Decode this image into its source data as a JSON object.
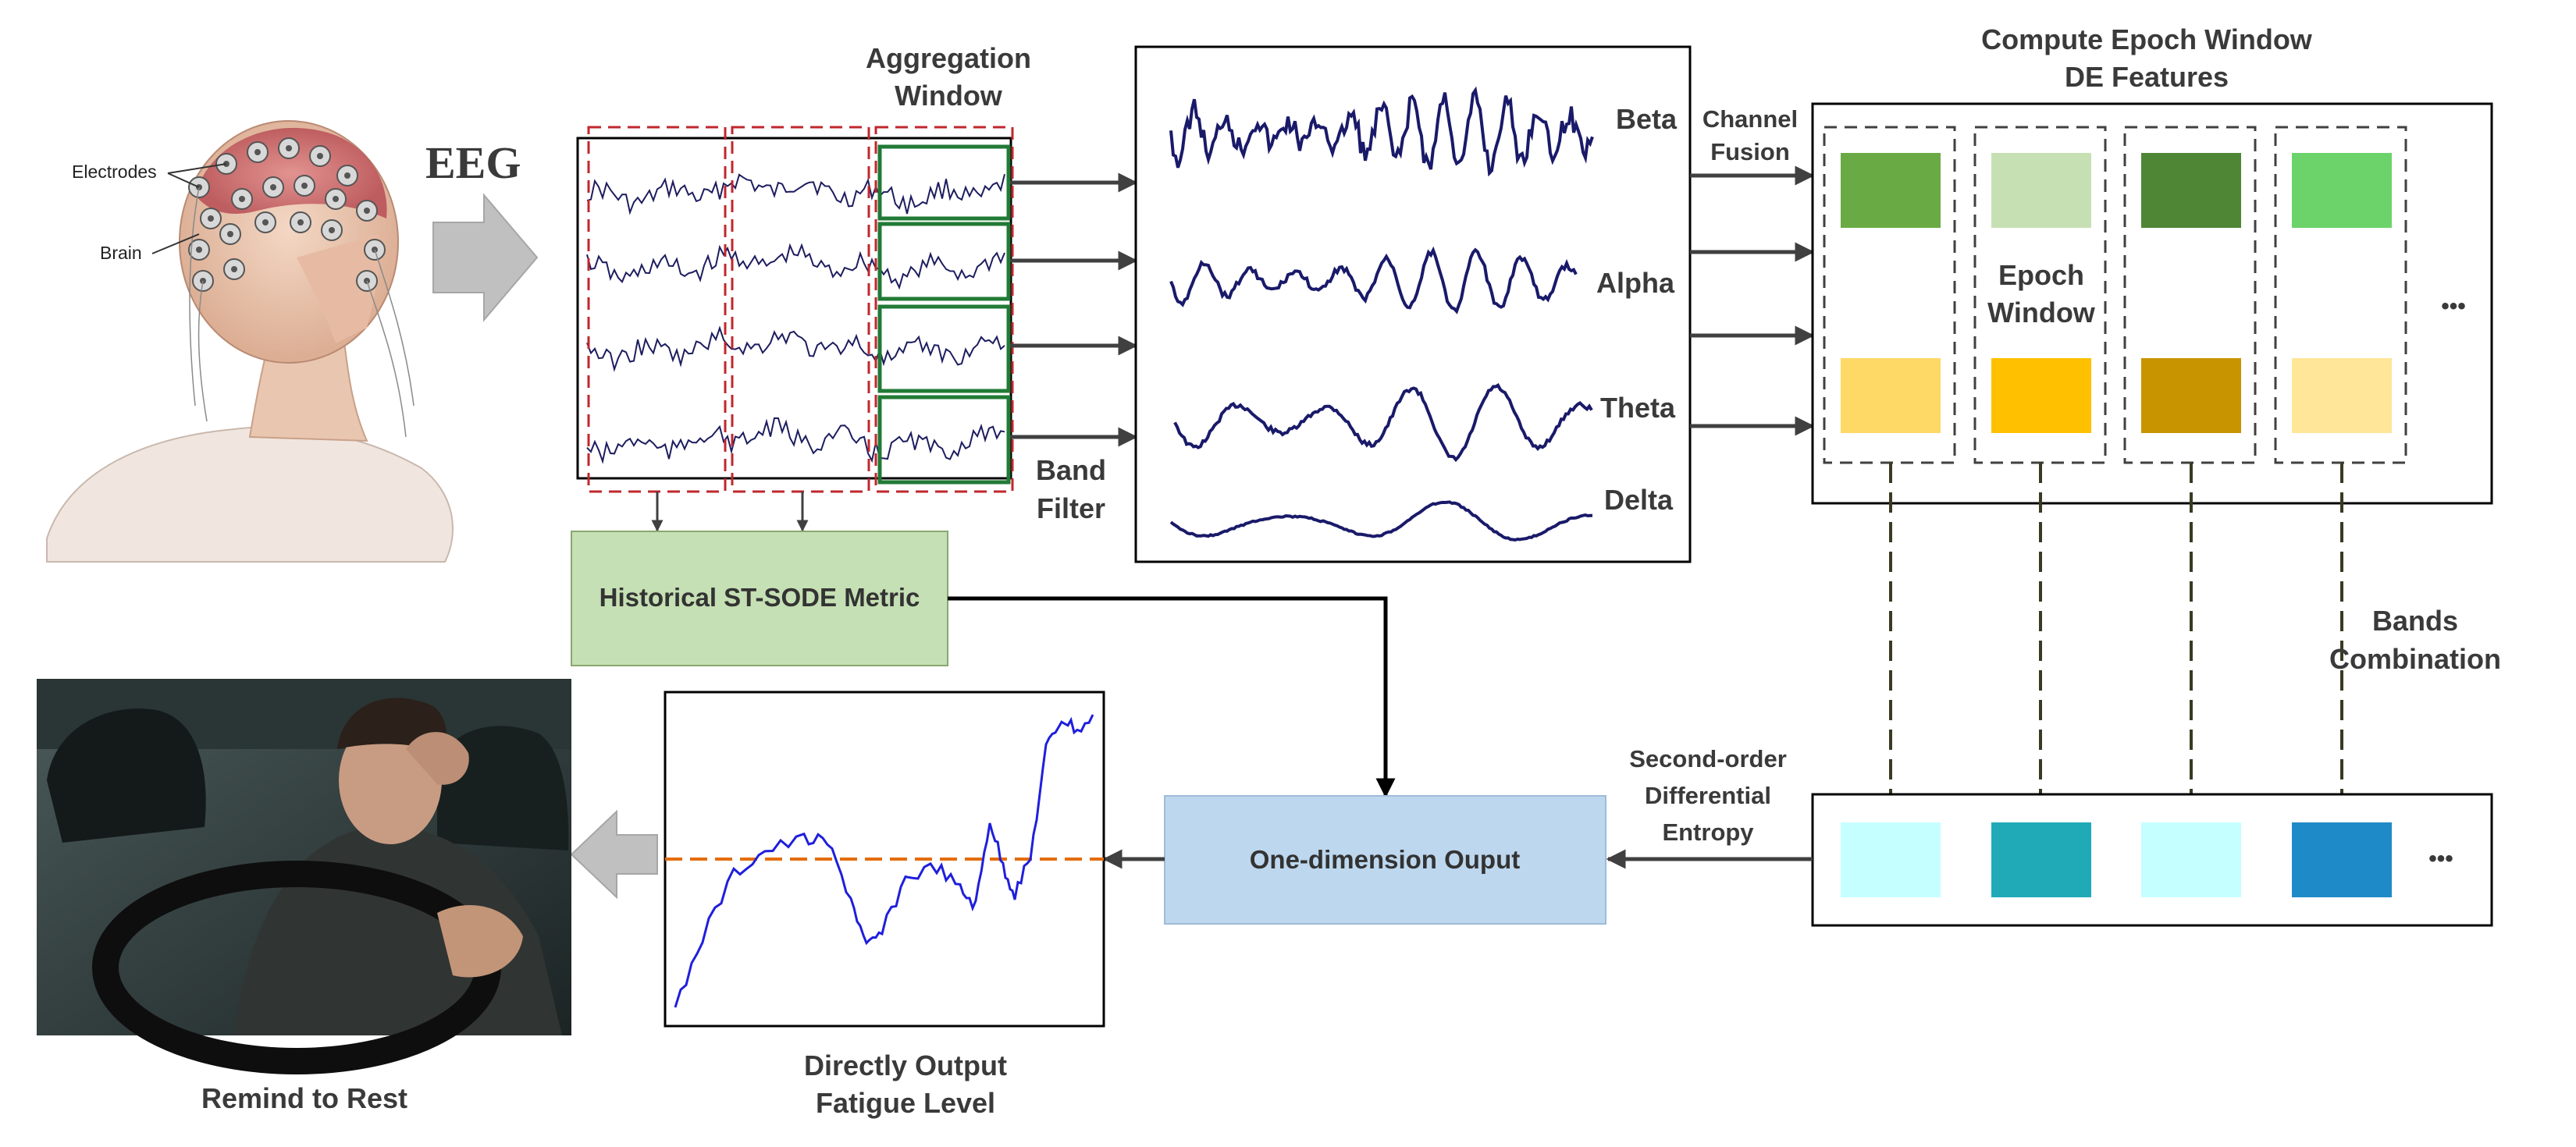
{
  "eeg_panel": {
    "title": "EEG",
    "electrodes_label": "Electrodes",
    "brain_label": "Brain"
  },
  "aggregation": {
    "title_line1": "Aggregation",
    "title_line2": "Window"
  },
  "band_filter": {
    "line1": "Band",
    "line2": "Filter"
  },
  "bands": [
    "Beta",
    "Alpha",
    "Theta",
    "Delta"
  ],
  "channel_fusion": {
    "line1": "Channel",
    "line2": "Fusion"
  },
  "epoch_features": {
    "title_line1": "Compute Epoch Window",
    "title_line2": "DE Features",
    "epoch_line1": "Epoch",
    "epoch_line2": "Window",
    "ellipsis": "•••",
    "top_colors": [
      "#6aaa45",
      "#c6e0b4",
      "#4f8636",
      "#6bd36a"
    ],
    "bottom_colors": [
      "#ffd966",
      "#ffc000",
      "#c89400",
      "#ffe699"
    ]
  },
  "bands_combination": {
    "line1": "Bands",
    "line2": "Combination"
  },
  "second_order": {
    "line1": "Second-order",
    "line2": "Differential",
    "line3": "Entropy"
  },
  "combined": {
    "ellipsis": "•••",
    "colors": [
      "#c6ffff",
      "#20aab8",
      "#c6ffff",
      "#1f8ac8"
    ]
  },
  "historical": {
    "label": "Historical ST-SODE Metric",
    "fill": "#c5e0b4"
  },
  "output": {
    "label": "One-dimension Ouput",
    "fill": "#bdd7ee"
  },
  "fatigue": {
    "line1": "Directly Output",
    "line2": "Fatigue Level",
    "threshold_color": "#e46c0a",
    "curve_color": "#1f1fdc"
  },
  "rest": {
    "label": "Remind to Rest"
  }
}
